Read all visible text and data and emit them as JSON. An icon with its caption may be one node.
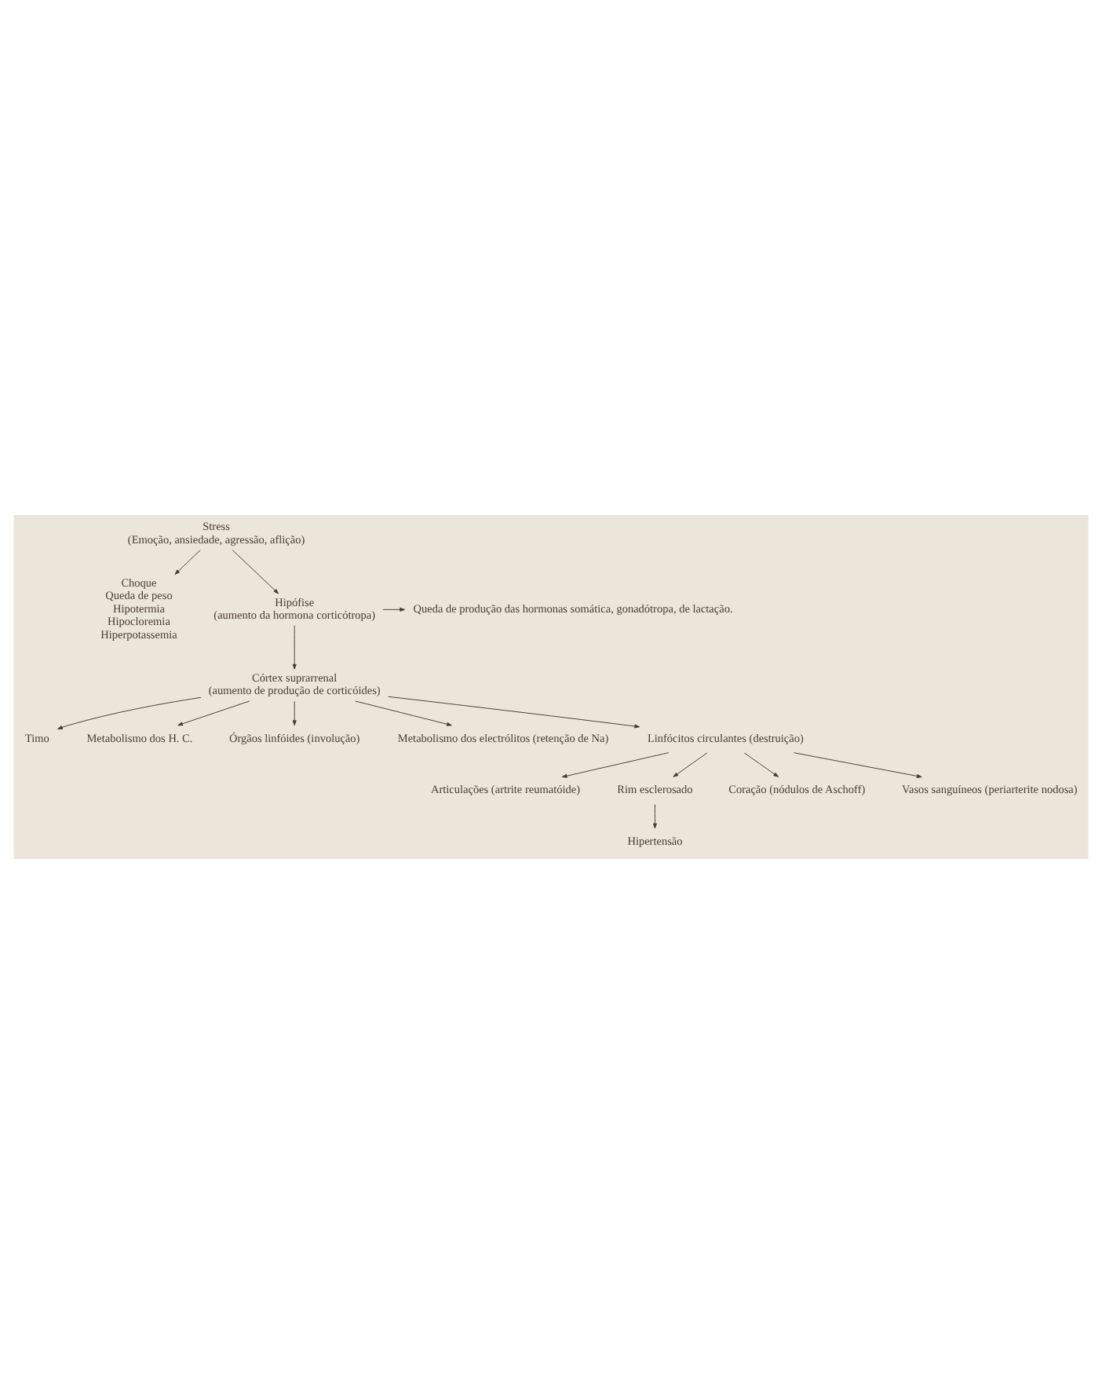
{
  "diagram": {
    "nodes": [
      {
        "text": [
          "Stress",
          "(Emoção, ansiedade, agressão, aflição)"
        ]
      },
      {
        "text": [
          "Choque",
          "Queda de peso",
          "Hipotermia",
          "Hipocloremia",
          "Hiperpotassemia"
        ]
      },
      {
        "text": [
          "Hipófise",
          "(aumento da hormona corticótropa)"
        ]
      },
      {
        "text": [
          "Queda de produção das hormonas somática, gonadótropa, de lactação."
        ]
      },
      {
        "text": [
          "Córtex suprarrenal",
          "(aumento de produção de corticóides)"
        ]
      },
      {
        "text": [
          "Timo"
        ]
      },
      {
        "text": [
          "Metabolismo dos H. C."
        ]
      },
      {
        "text": [
          "Órgãos linfóides (involução)"
        ]
      },
      {
        "text": [
          "Metabolismo dos electrólitos (retenção de Na)"
        ]
      },
      {
        "text": [
          "Linfócitos circulantes (destruição)"
        ]
      },
      {
        "text": [
          "Articulações (artrite reumatóide)"
        ]
      },
      {
        "text": [
          "Rim esclerosado"
        ]
      },
      {
        "text": [
          "Hipertensão"
        ]
      },
      {
        "text": [
          "Coração (nódulos de Aschoff)"
        ]
      },
      {
        "text": [
          "Vasos sanguíneos (periarterite nodosa)"
        ]
      }
    ],
    "edges": [
      {
        "from": 0,
        "to": 1,
        "arrow": "to"
      },
      {
        "from": 0,
        "to": 2,
        "arrow": "to"
      },
      {
        "from": 2,
        "to": 3,
        "arrow": "to"
      },
      {
        "from": 2,
        "to": 4,
        "arrow": "to"
      },
      {
        "from": 4,
        "to": 5,
        "arrow": "to"
      },
      {
        "from": 4,
        "to": 6,
        "arrow": "to"
      },
      {
        "from": 4,
        "to": 7,
        "arrow": "to"
      },
      {
        "from": 4,
        "to": 8,
        "arrow": "to"
      },
      {
        "from": 4,
        "to": 9,
        "arrow": "to"
      },
      {
        "from": 9,
        "to": 10,
        "arrow": "to"
      },
      {
        "from": 9,
        "to": 11,
        "arrow": "to"
      },
      {
        "from": 11,
        "to": 12,
        "arrow": "to"
      },
      {
        "from": 9,
        "to": 13,
        "arrow": "to"
      },
      {
        "from": 9,
        "to": 14,
        "arrow": "to"
      }
    ]
  }
}
